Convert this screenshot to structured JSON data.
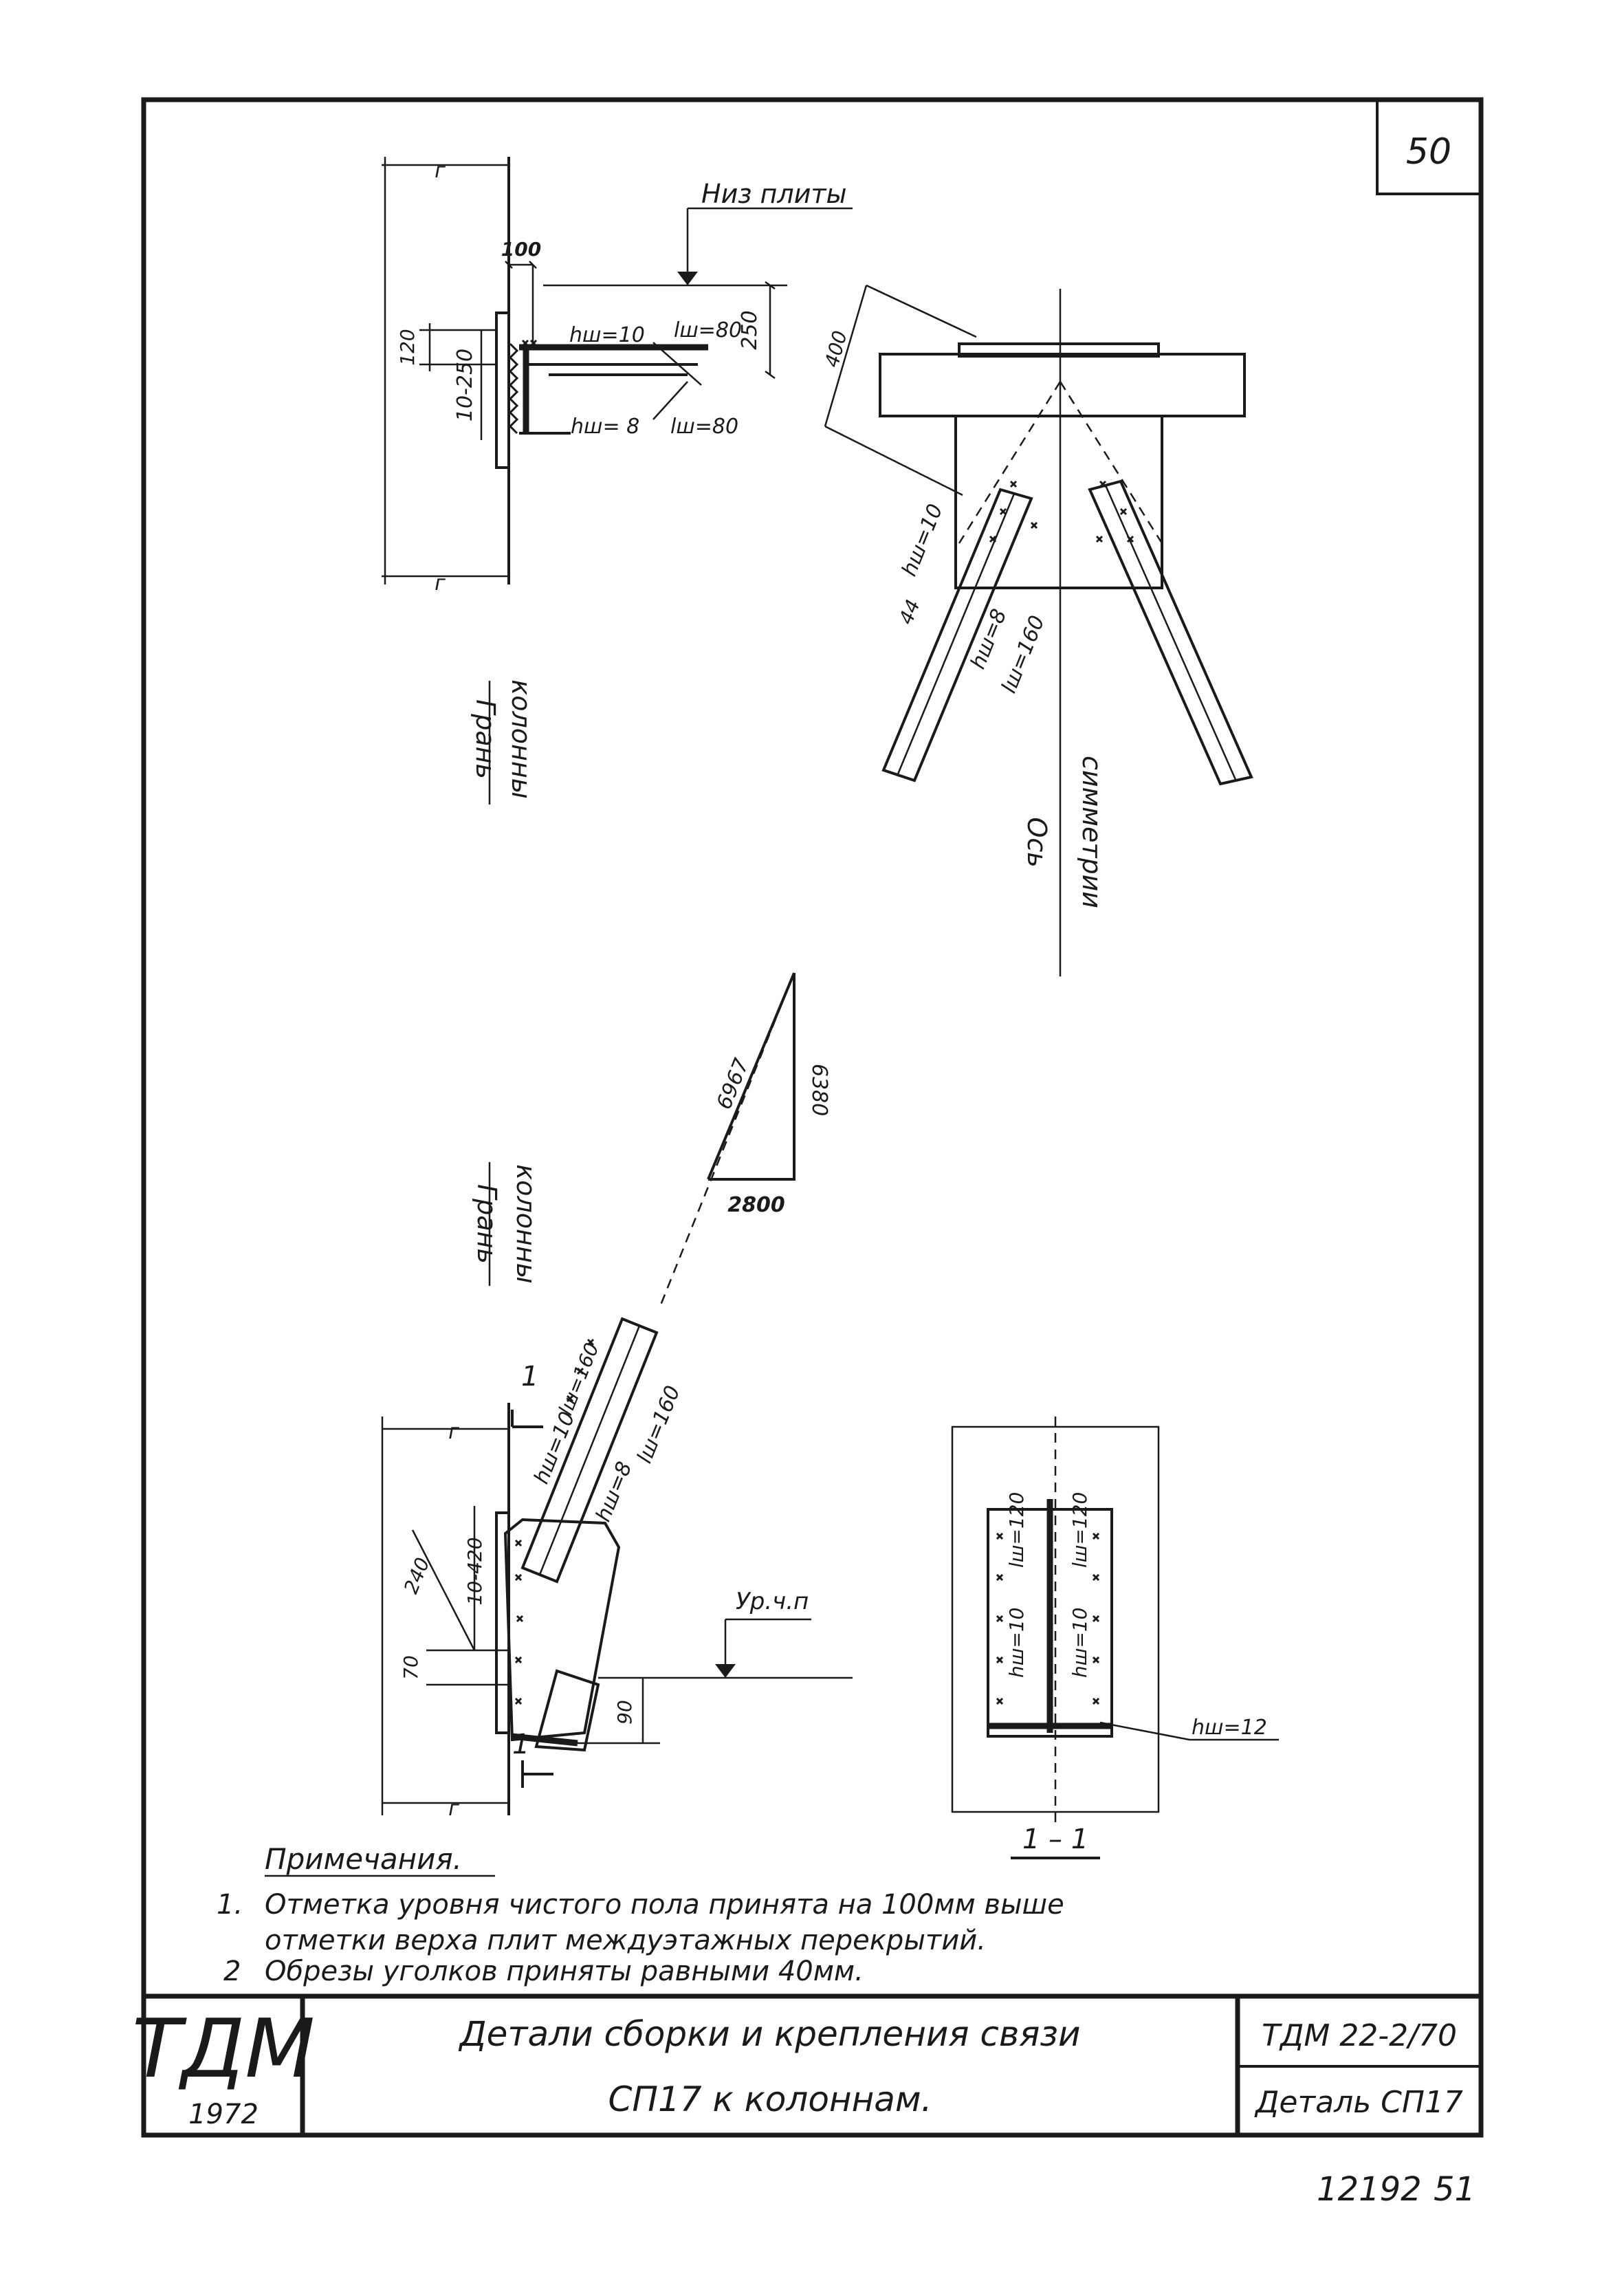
{
  "sheet": {
    "page_number": "50",
    "archive_numbers": [
      "12192",
      "51"
    ]
  },
  "detail_top_left": {
    "label_top": "Низ плиты",
    "dim_100": "100",
    "dim_250": "250",
    "dim_120": "120",
    "dim_10_250": "10-250",
    "weld_top": "hш=10",
    "weld_top_len": "lш=80",
    "weld_bottom": "hш= 8",
    "weld_bottom_len": "lш=80",
    "face_line1": "Грань",
    "face_line2": "колонны"
  },
  "detail_top_right": {
    "dim_400": "400",
    "weld_1": "hш=10",
    "dim_44": "44",
    "weld_2": "hш=8",
    "weld_2_len": "lш=160",
    "axis_line1": "Ось",
    "axis_line2": "симметрии"
  },
  "slope_triangle": {
    "hyp": "6967",
    "vert": "6380",
    "horiz": "2800"
  },
  "detail_bottom_left": {
    "face_line1": "Грань",
    "face_line2": "колонны",
    "section_mark": "1",
    "weld_a": "hш=10",
    "weld_a_len": "lш=160",
    "weld_b": "hш=8",
    "weld_b_len": "lш=160",
    "dim_240": "240",
    "dim_10_420": "10-420",
    "dim_70": "70",
    "dim_90": "90",
    "level_label": "Ур.ч.п"
  },
  "section_1_1": {
    "weld_left": "hш=10",
    "weld_left_len": "lш=120",
    "weld_right": "hш=10",
    "weld_right_len": "lш=120",
    "weld_bottom": "hш=12",
    "caption": "1 – 1"
  },
  "notes": {
    "title": "Примечания.",
    "items": [
      {
        "n": "1.",
        "line1": "Отметка уровня чистого пола принята на 100мм выше",
        "line2": "отметки верха плит междуэтажных перекрытий."
      },
      {
        "n": "2",
        "line1": "Обрезы уголков приняты равными 40мм.",
        "line2": ""
      }
    ]
  },
  "title_block": {
    "org": "ТДМ",
    "year": "1972",
    "title_line1": "Детали сборки и крепления связи",
    "title_line2": "СП17 к колоннам.",
    "doc_code": "ТДМ 22-2/70",
    "detail_code": "Деталь СП17"
  }
}
